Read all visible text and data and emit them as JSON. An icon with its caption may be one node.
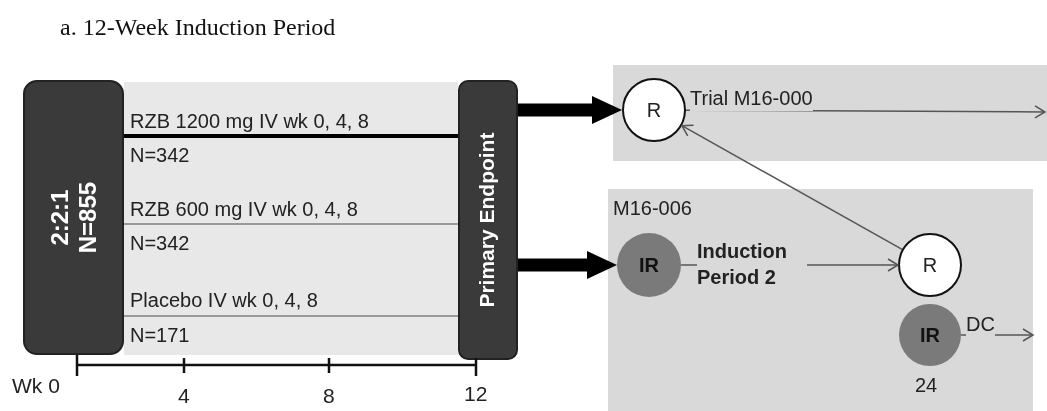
{
  "diagram": {
    "title": "a. 12-Week Induction Period",
    "nodes": [
      {
        "text": [
          "2:2:1 N=855"
        ]
      },
      {
        "text": [
          "Primary Endpoint"
        ]
      },
      {
        "text": [],
        "shape": "box"
      },
      {
        "text": [
          "R"
        ],
        "in": 2
      },
      {
        "text": [
          "M16-006"
        ]
      },
      {
        "text": [
          "IR"
        ],
        "in": 4
      },
      {
        "text": [
          "R"
        ],
        "in": 4
      },
      {
        "text": [
          "IR"
        ],
        "in": 4,
        "beside": [
          "24"
        ]
      }
    ],
    "edges": [
      {
        "from": 0,
        "to": 1,
        "arrow": "none",
        "label": "RZB 1200 mg IV wk 0, 4, 8",
        "style": "thick",
        "color": "#000000"
      },
      {
        "from": 0,
        "to": 1,
        "arrow": "none",
        "label": "RZB 600 mg IV  wk 0, 4, 8",
        "color": "#808080"
      },
      {
        "from": 0,
        "to": 1,
        "arrow": "none",
        "label": "Placebo IV wk 0, 4, 8",
        "color": "#808080"
      },
      {
        "from": 1,
        "to": 3,
        "arrow": "to",
        "style": "thick",
        "color": "#000000"
      },
      {
        "from": 1,
        "to": 5,
        "arrow": "to",
        "style": "thick",
        "color": "#000000"
      },
      {
        "from": 3,
        "to": null,
        "arrow": "to",
        "label": "Trial M16-000"
      },
      {
        "from": 5,
        "to": 6,
        "arrow": "to",
        "label": "Induction Period 2"
      },
      {
        "from": 6,
        "to": 3,
        "arrow": "to"
      },
      {
        "from": 7,
        "to": null,
        "arrow": "to",
        "label": "DC"
      }
    ],
    "labels": [
      "N=342",
      "N=342",
      "N=171",
      "Wk 0",
      "4",
      "8",
      "12"
    ]
  }
}
